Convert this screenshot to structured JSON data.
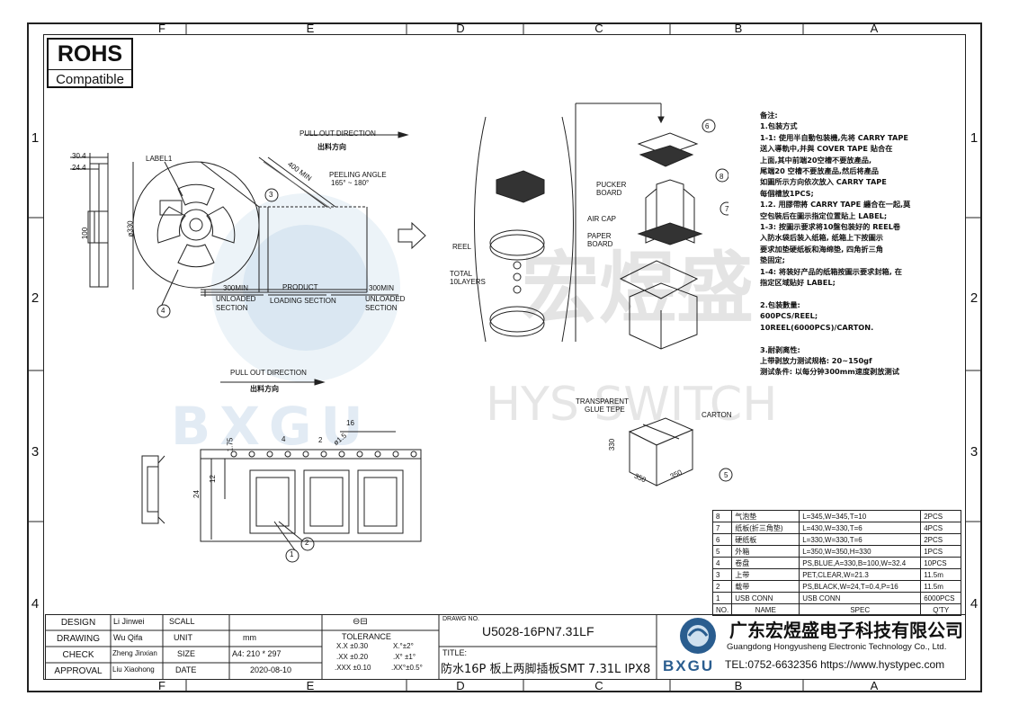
{
  "zones_top": [
    "F",
    "E",
    "D",
    "C",
    "B",
    "A"
  ],
  "zones_bottom": [
    "F",
    "E",
    "D",
    "C",
    "B",
    "A"
  ],
  "rows": [
    "1",
    "2",
    "3",
    "4"
  ],
  "rohs": {
    "title": "ROHS",
    "subtitle": "Compatible"
  },
  "watermark": {
    "cn": "宏煜盛",
    "en": "HYS SWITCH",
    "logo_text": "BXGU"
  },
  "reel_drawing": {
    "pull_out_1": "PULL OUT DIRECTION",
    "pull_out_1_cn": "出料方向",
    "label1": "LABEL1",
    "dim_304": "30.4",
    "dim_244": "24.4",
    "dim_100": "100",
    "dim_330": "ø330",
    "dim_400": "400 MIN",
    "peeling": "PEELING ANGLE",
    "peeling_range": "165° ~ 180°",
    "min_300a": "300MIN",
    "product": "PRODUCT",
    "min_300b": "300MIN",
    "unloaded_a": "UNLOADED",
    "section_a": "SECTION",
    "loading": "LOADING  SECTION",
    "unloaded_b": "UNLOADED",
    "section_b": "SECTION",
    "c3": "3",
    "c4": "4"
  },
  "tape_drawing": {
    "pull_out_2": "PULL OUT DIRECTION",
    "pull_out_2_cn": "出料方向",
    "d16": "16",
    "d4": "4",
    "d2": "2",
    "d15": "ø1.5",
    "d175": "1.75",
    "d12": "12",
    "d24": "24",
    "c1": "1",
    "c2": "2"
  },
  "pack_drawing": {
    "reel": "REEL",
    "total": "TOTAL",
    "layers": "10LAYERS",
    "pucker": "PUCKER",
    "board": "BOARD",
    "aircap": "AIR CAP",
    "paper": "PAPER",
    "board2": "BOARD",
    "c6": "6",
    "c7": "7",
    "c8": "8"
  },
  "carton_drawing": {
    "glue1": "TRANSPARENT",
    "glue2": "GLUE TEPE",
    "carton": "CARTON",
    "h": "330",
    "w1": "350",
    "w2": "350",
    "c5": "5"
  },
  "notes": [
    "备注:",
    "1.包装方式",
    "1-1: 使用半自動包装機,先将 CARRY TAPE",
    "     送入導軌中,并與 COVER TAPE 貼合在",
    "     上面,其中前端20空槽不要放產品,",
    "     尾端20 空槽不要放產品,然后将產品",
    "     如圖所示方向依次放入 CARRY TAPE",
    "     每個槽放1PCS;",
    "1.2. 用膠帶將 CARRY TAPE 纏合在一起,莫",
    "     空包裝后在圖示指定位置貼上 LABEL;",
    "1-3: 按圖示要求将10盤包装好的 REEL卷",
    "     入防水袋后装入纸箱, 纸箱上下按圖示",
    "     要求加垫硬纸板和海绵垫, 四角折三角",
    "     垫固定;",
    "1-4: 将装好产品的纸箱按圖示要求封箱, 在",
    "     指定区域贴好 LABEL;",
    "",
    "2.包装數量:",
    "   600PCS/REEL;",
    "   10REEL(6000PCS)/CARTON.",
    "",
    "3.耐剥离性:",
    "   上带剥放力测试规格: 20~150gf",
    "   测试条件: 以每分钟300mm速度剥放测试"
  ],
  "bom": [
    {
      "no": "8",
      "name": "气泡垫",
      "spec": "L=345,W=345,T=10",
      "qty": "2PCS"
    },
    {
      "no": "7",
      "name": "纸板(折三角垫)",
      "spec": "L=430,W=330,T=6",
      "qty": "4PCS"
    },
    {
      "no": "6",
      "name": "硬纸板",
      "spec": "L=330,W=330,T=6",
      "qty": "2PCS"
    },
    {
      "no": "5",
      "name": "外箱",
      "spec": "L=350,W=350,H=330",
      "qty": "1PCS"
    },
    {
      "no": "4",
      "name": "卷盘",
      "spec": "PS,BLUE,A=330,B=100,W=32.4",
      "qty": "10PCS"
    },
    {
      "no": "3",
      "name": "上带",
      "spec": "PET,CLEAR,W=21.3",
      "qty": "11.5m"
    },
    {
      "no": "2",
      "name": "载带",
      "spec": "PS,BLACK,W=24,T=0.4,P=16",
      "qty": "11.5m"
    },
    {
      "no": "1",
      "name": "USB CONN",
      "spec": "USB CONN",
      "qty": "6000PCS"
    }
  ],
  "bom_header": {
    "no": "NO.",
    "name": "NAME",
    "spec": "SPEC",
    "qty": "Q'TY"
  },
  "title_block": {
    "design_label": "DESIGN",
    "design_name": "Li Jinwei",
    "drawing_label": "DRAWING",
    "drawing_name": "Wu Qifa",
    "check_label": "CHECK",
    "check_name": "Zheng Jinxian",
    "approval_label": "APPROVAL",
    "approval_name": "Liu Xiaohong",
    "scall_label": "SCALL",
    "unit_label": "UNIT",
    "unit_value": "mm",
    "size_label": "SIZE",
    "size_value": "A4: 210 * 297",
    "date_label": "DATE",
    "date_value": "2020-08-10",
    "tolerance_label": "TOLERANCE",
    "tol": [
      "X.X  ±0.30",
      "X.°±2°",
      ".XX  ±0.20",
      ".X° ±1°",
      ".XXX  ±0.10",
      ".XX°±0.5°"
    ],
    "drawing_no_label": "DRAWG NO.",
    "drawing_no": "U5028-16PN7.31LF",
    "title_label": "TITLE:",
    "title": "防水16P 板上两脚插板SMT 7.31L IPX8",
    "company_cn": "广东宏煜盛电子科技有限公司",
    "company_en": "Guangdong Hongyusheng Electronic Technology Co., Ltd.",
    "contact": "TEL:0752-6632356  https://www.hystypec.com",
    "logo_text": "BXGU"
  }
}
